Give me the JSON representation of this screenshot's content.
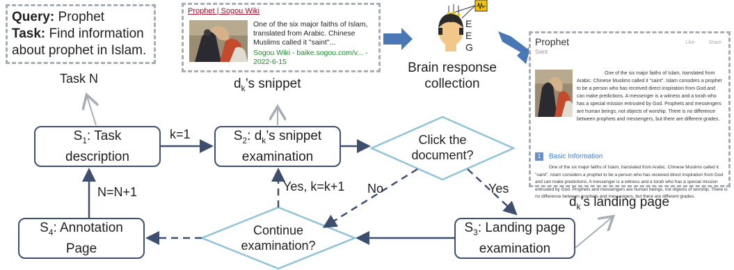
{
  "query_box": {
    "query_label": "Query:",
    "query_value": "Prophet",
    "task_label": "Task:",
    "task_value_line1": "Find information",
    "task_value_line2": "about prophet in Islam."
  },
  "snippet": {
    "title": "Prophet | Sogou Wiki",
    "text": "One of the six major faiths of Islam, translated from Arabic. Chinese Muslims called it \"saint\"...",
    "source": "Sogou Wiki - baike.sogou.com/v... - 2022-6-15"
  },
  "landing_page": {
    "title": "Prophet",
    "subtitle": "Saint",
    "like": "Like",
    "share": "Share",
    "paragraph1": "One of the six major faiths of Islam, translated from Arabic. Chinese Muslims called it \"saint\". Islam considers a prophet to be a person who has received direct inspiration from God and can make predictions. A messenger is a witness and a torah who has a special mission entrusted by God. Prophets and messengers are human beings, not objects of worship. There is no difference between prophets and messengers, but there are different grades.",
    "section_number": "1",
    "section_title": "Basic Information",
    "paragraph2": "One of the six major faiths of Islam, translated from Arabic. Chinese Muslims called it \"saint\". Islam considers a prophet to be a person who has received direct inspiration from God and can make predictions. A messenger is a witness and a torah who has a special mission entrusted by God. Prophets and messengers are human beings, not objects of worship. There is no difference between prophets and messengers, but there are different grades."
  },
  "eeg": {
    "letters": [
      "E",
      "E",
      "G"
    ],
    "caption_line1": "Brain response",
    "caption_line2": "collection"
  },
  "labels": {
    "task_n": "Task N",
    "snippet_caption_d": "d",
    "snippet_caption_k": "k",
    "snippet_caption_rest": "’s snippet",
    "landing_caption_d": "d",
    "landing_caption_k": "k",
    "landing_caption_rest": "’s landing page",
    "k1": "k=1",
    "n_plus": "N=N+1",
    "yes_k": "Yes, k=k+1",
    "no": "No",
    "yes": "Yes"
  },
  "nodes": {
    "s1_line1_s": "S",
    "s1_line1_sub": "1",
    "s1_line1_rest": ": Task",
    "s1_line2": "description",
    "s2_line1_s": "S",
    "s2_line1_sub": "2",
    "s2_line1_mid": ": d",
    "s2_line1_sub2": "k",
    "s2_line1_rest": "’s snippet",
    "s2_line2": "examination",
    "s3_line1_s": "S",
    "s3_line1_sub": "3",
    "s3_line1_rest": ": Landing page",
    "s3_line2": "examination",
    "s4_line1_s": "S",
    "s4_line1_sub": "4",
    "s4_line1_rest": ": Annotation",
    "s4_line2": "Page",
    "click_line1": "Click the",
    "click_line2": "document?",
    "continue_line1": "Continue",
    "continue_line2": "examination?"
  },
  "colors": {
    "box_border": "#3e4e6e",
    "arrow": "#3e4e6e",
    "diamond_border": "#8fc3d8",
    "dashed_panel": "#a8adb5",
    "blue_arrow": "#4a78b5",
    "snippet_title": "#a0102a",
    "snippet_source": "#1b8a2a"
  }
}
